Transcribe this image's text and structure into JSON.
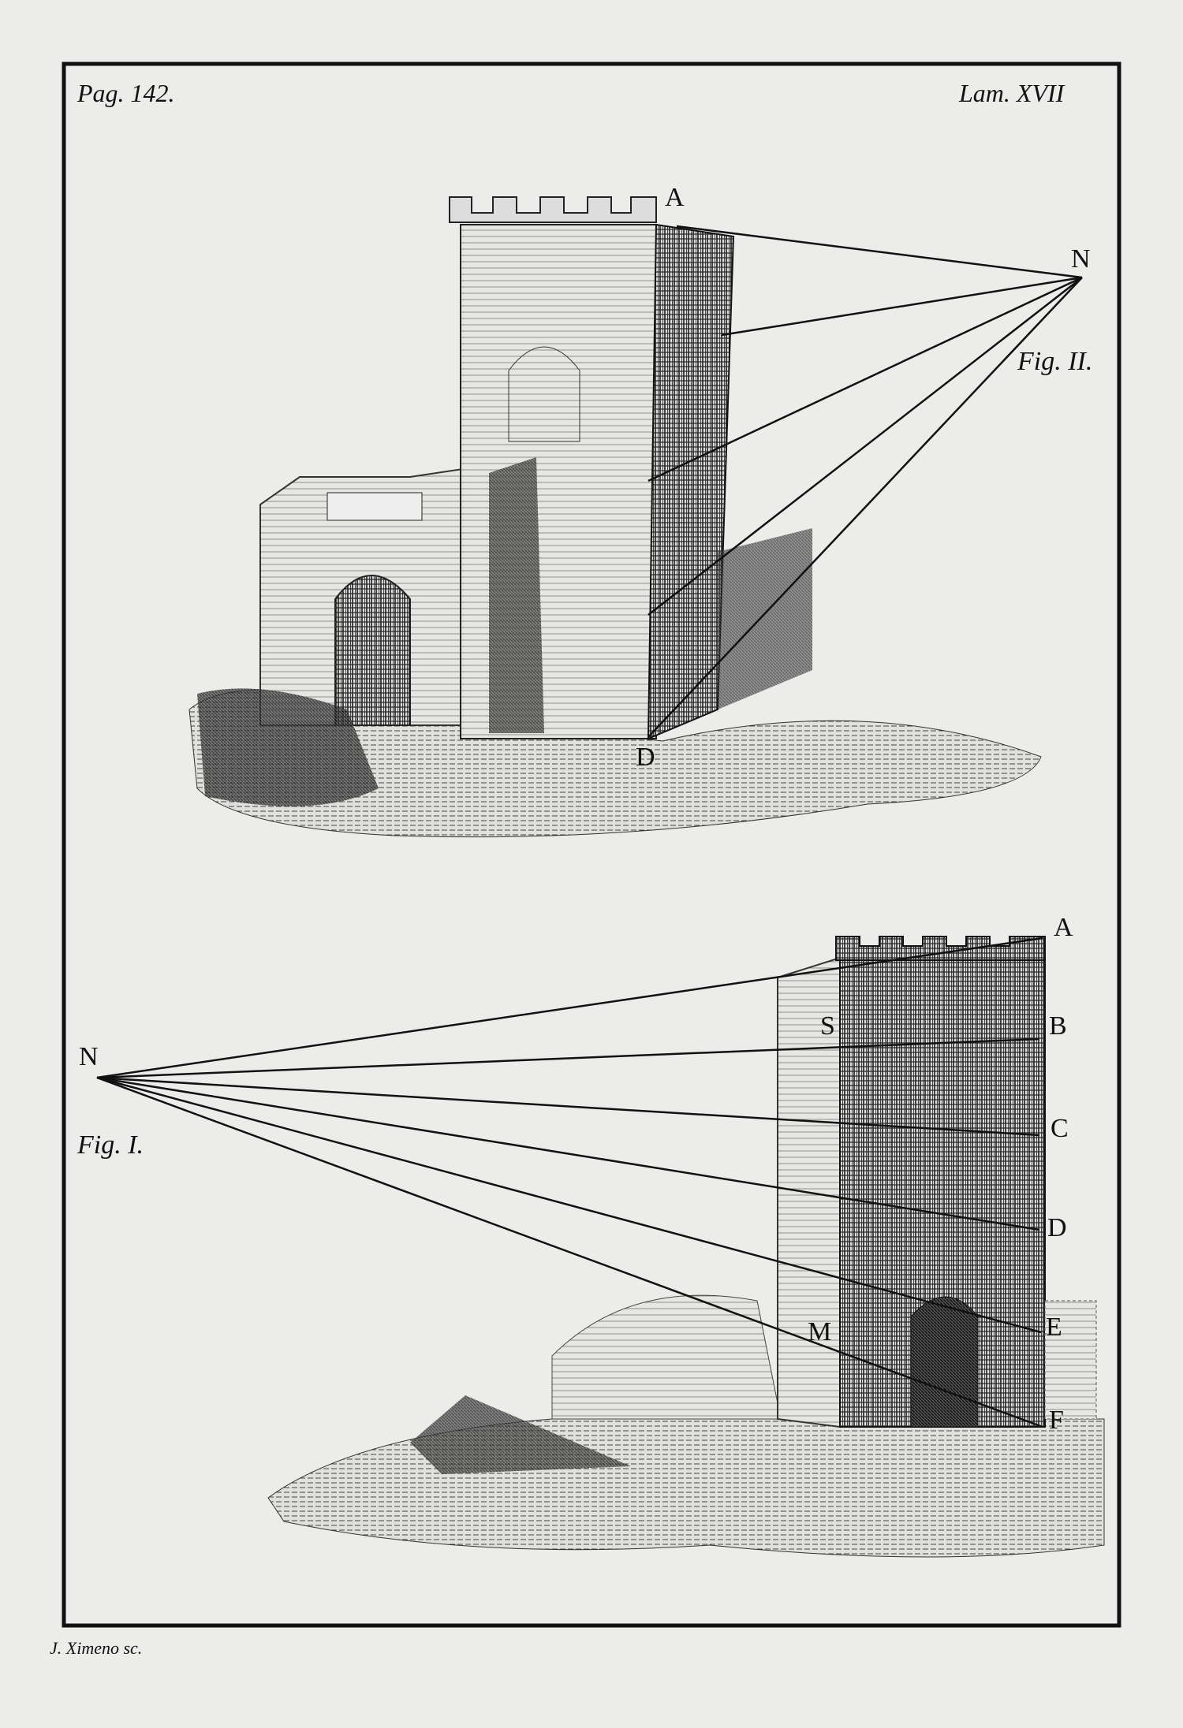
{
  "header": {
    "page": "Pag. 142.",
    "plate": "Lam. XVII"
  },
  "fig2": {
    "title": "Fig. II.",
    "labels": {
      "A": "A",
      "N": "N",
      "D": "D"
    }
  },
  "fig1": {
    "title": "Fig. I.",
    "labels": {
      "N": "N",
      "A": "A",
      "B": "B",
      "C": "C",
      "D": "D",
      "E": "E",
      "F": "F",
      "S": "S",
      "M": "M"
    }
  },
  "footer": {
    "engraver": "J. Ximeno sc."
  }
}
